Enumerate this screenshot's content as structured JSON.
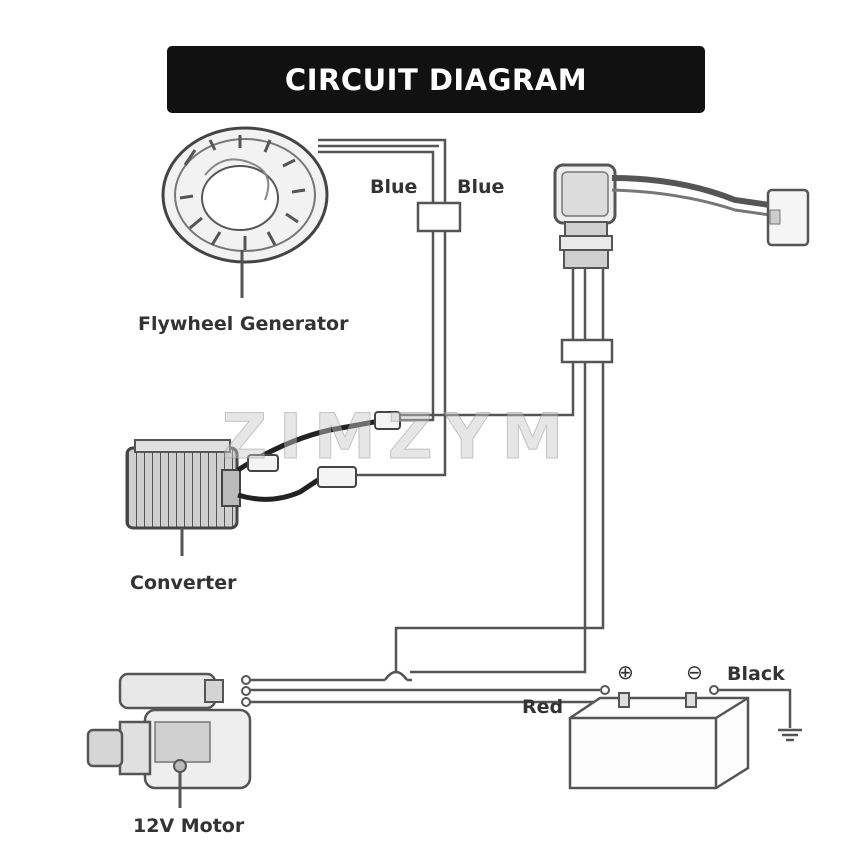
{
  "title": "CIRCUIT DIAGRAM",
  "watermark": "ZIMZYM",
  "labels": {
    "flywheel": "Flywheel Generator",
    "converter": "Converter",
    "motor": "12V Motor",
    "blue_left": "Blue",
    "blue_right": "Blue",
    "red": "Red",
    "black": "Black"
  },
  "terminals": {
    "positive": "⊕",
    "negative": "⊖"
  },
  "colors": {
    "banner": "#111111",
    "wire": "#555555",
    "label": "#333333"
  }
}
